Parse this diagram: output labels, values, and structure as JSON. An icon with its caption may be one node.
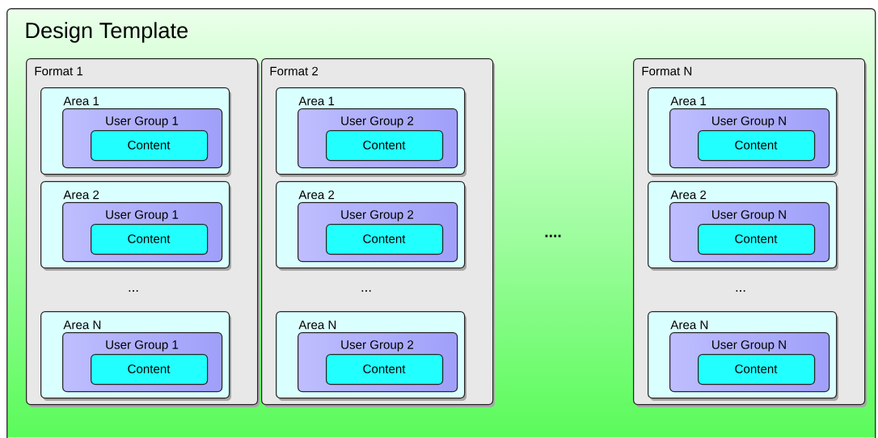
{
  "diagram": {
    "nodes": [
      {
        "text": [
          "Design Template"
        ]
      },
      {
        "text": [
          "Format 1"
        ],
        "in": 0
      },
      {
        "text": [
          "Area 1"
        ],
        "in": 1
      },
      {
        "text": [
          "User Group 1"
        ],
        "in": 2
      },
      {
        "text": [
          "Content"
        ],
        "in": 3
      },
      {
        "text": [
          "Area 2"
        ],
        "in": 1
      },
      {
        "text": [
          "User Group 1"
        ],
        "in": 5
      },
      {
        "text": [
          "Content"
        ],
        "in": 6
      },
      {
        "text": [
          "Area N"
        ],
        "in": 1
      },
      {
        "text": [
          "User Group 1"
        ],
        "in": 8
      },
      {
        "text": [
          "Content"
        ],
        "in": 9
      },
      {
        "text": [
          "Format 2"
        ],
        "in": 0
      },
      {
        "text": [
          "Area 1"
        ],
        "in": 11
      },
      {
        "text": [
          "User Group 2"
        ],
        "in": 12
      },
      {
        "text": [
          "Content"
        ],
        "in": 13
      },
      {
        "text": [
          "Area 2"
        ],
        "in": 11
      },
      {
        "text": [
          "User Group 2"
        ],
        "in": 15
      },
      {
        "text": [
          "Content"
        ],
        "in": 16
      },
      {
        "text": [
          "Area N"
        ],
        "in": 11
      },
      {
        "text": [
          "User Group 2"
        ],
        "in": 18
      },
      {
        "text": [
          "Content"
        ],
        "in": 19
      },
      {
        "text": [
          "Format N"
        ],
        "in": 0
      },
      {
        "text": [
          "Area 1"
        ],
        "in": 21
      },
      {
        "text": [
          "User Group N"
        ],
        "in": 22
      },
      {
        "text": [
          "Content"
        ],
        "in": 23
      },
      {
        "text": [
          "Area 2"
        ],
        "in": 21
      },
      {
        "text": [
          "User Group N"
        ],
        "in": 25
      },
      {
        "text": [
          "Content"
        ],
        "in": 26
      },
      {
        "text": [
          "Area N"
        ],
        "in": 21
      },
      {
        "text": [
          "User Group N"
        ],
        "in": 28
      },
      {
        "text": [
          "Content"
        ],
        "in": 29
      }
    ],
    "labels": [
      "....",
      "...",
      "...",
      "..."
    ]
  }
}
